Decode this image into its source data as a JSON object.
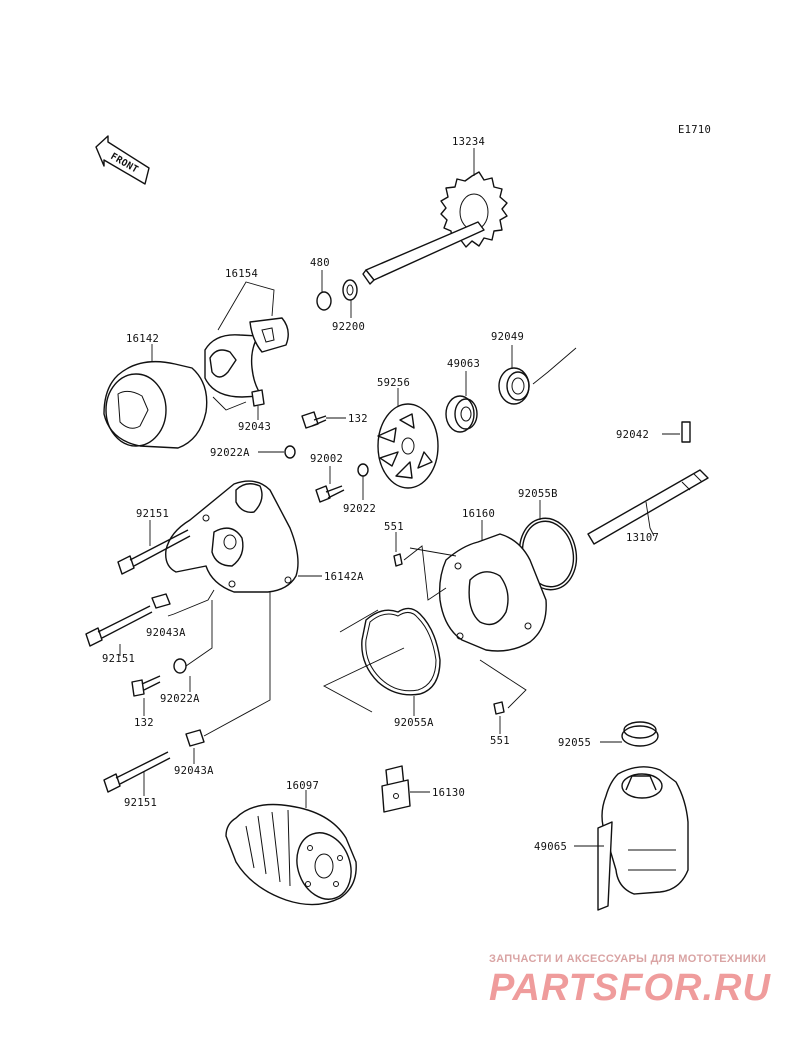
{
  "diagram": {
    "code": "E1710",
    "front_label": "FRONT",
    "labels": {
      "p13234": "13234",
      "p480": "480",
      "p92200": "92200",
      "p16154": "16154",
      "p16142": "16142",
      "p92043_top": "92043",
      "p92049": "92049",
      "p49063": "49063",
      "p59256": "59256",
      "p132_top": "132",
      "p92022A_top": "92022A",
      "p92002": "92002",
      "p92022": "92022",
      "p92042": "92042",
      "p92151_top": "92151",
      "p551_top": "551",
      "p16160": "16160",
      "p92055B": "92055B",
      "p13107": "13107",
      "p16142A": "16142A",
      "p92043A_top": "92043A",
      "p92151_mid": "92151",
      "p92022A_bot": "92022A",
      "p132_bot": "132",
      "p92055A": "92055A",
      "p551_bot": "551",
      "p92043A_bot": "92043A",
      "p92055": "92055",
      "p16097": "16097",
      "p16130": "16130",
      "p92151_bot": "92151",
      "p49065": "49065"
    }
  },
  "watermark": {
    "tagline": "ЗАПЧАСТИ И АКСЕССУАРЫ ДЛЯ МОТОТЕХНИКИ",
    "logo": "PARTSFOR.RU"
  }
}
